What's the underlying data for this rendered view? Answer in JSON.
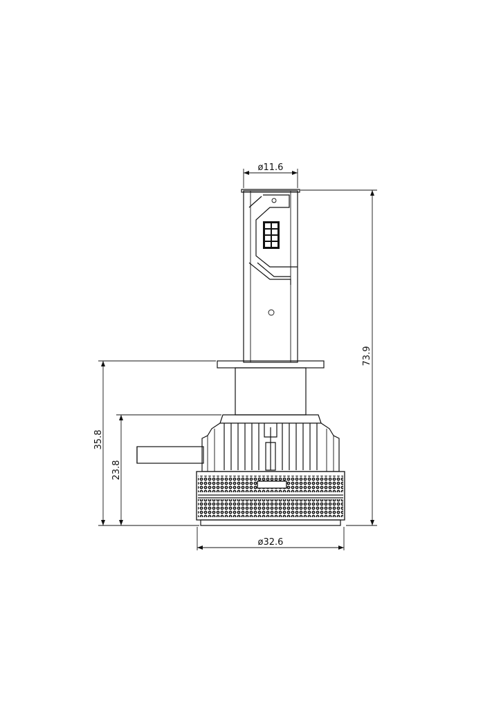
{
  "dimensions": {
    "stem_diameter": "ø11.6",
    "total_height": "73.9",
    "flange_height": "35.8",
    "body_height": "23.8",
    "base_diameter": "ø32.6"
  },
  "colors": {
    "line": "#111111",
    "background": "#ffffff"
  }
}
